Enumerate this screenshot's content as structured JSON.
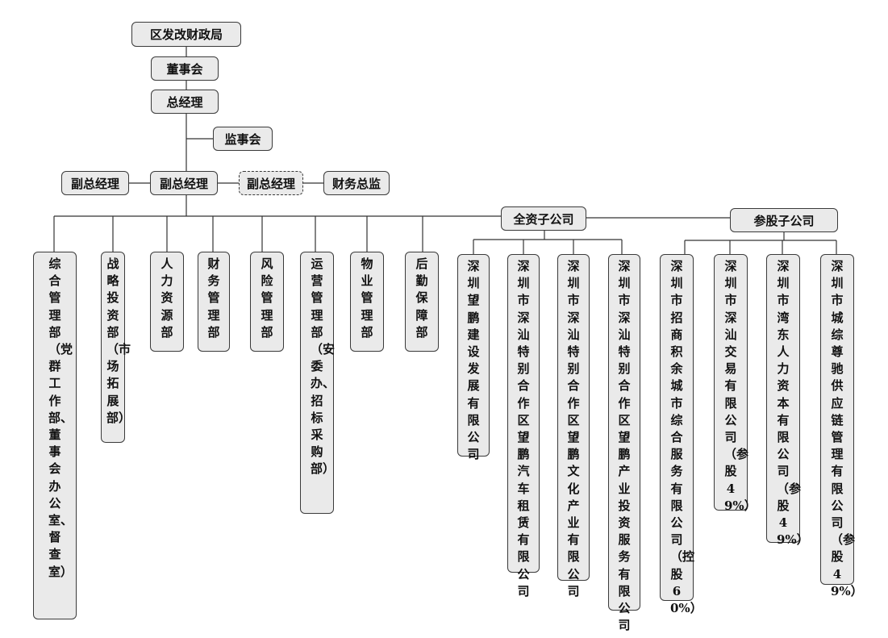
{
  "top": {
    "fdrc_finance_bureau": "区发改财政局",
    "board": "董事会",
    "general_manager": "总经理",
    "supervisory_board": "监事会"
  },
  "deputies": {
    "deputy_gm_left": "副总经理",
    "deputy_gm_center": "副总经理",
    "deputy_gm_dashed": "副总经理",
    "finance_director": "财务总监"
  },
  "groups": {
    "wholly_owned": "全资子公司",
    "participating": "参股子公司"
  },
  "departments": [
    "综合管理部（党群工作部、董事会办公室、督查室）",
    "战略投资部（市场拓展部）",
    "人力资源部",
    "财务管理部",
    "风险管理部",
    "运营管理部（安委办、招标采购部）",
    "物业管理部",
    "后勤保障部"
  ],
  "wholly_owned_subsidiaries": [
    "深圳望鹏建设发展有限公司",
    "深圳市深汕特别合作区望鹏汽车租赁有限公司",
    "深圳市深汕特别合作区望鹏文化产业有限公司",
    "深圳市深汕特别合作区望鹏产业投资服务有限公司"
  ],
  "participating_subsidiaries": [
    "深圳市招商积余城市综合服务有限公司（控股60%）",
    "深圳市深汕交易有限公司（参股49%）",
    "深圳市湾东人力资本有限公司（参股49%）",
    "深圳市城综尊驰供应链管理有限公司（参股49%）"
  ]
}
